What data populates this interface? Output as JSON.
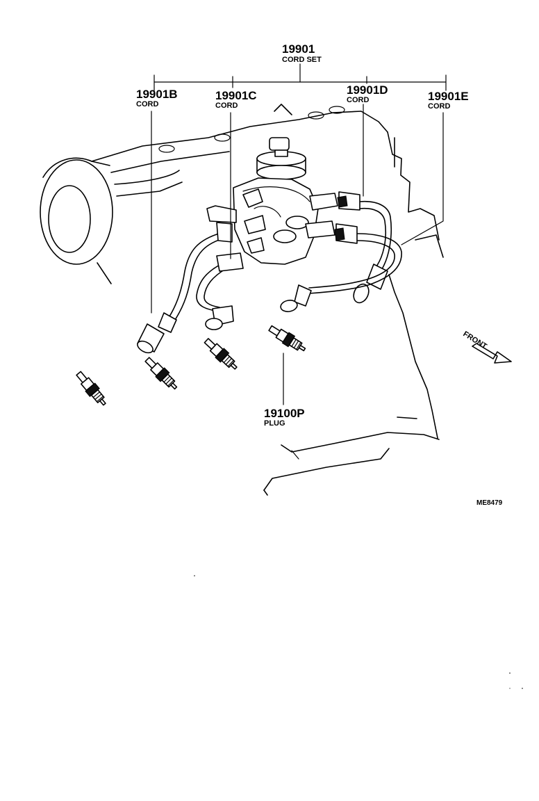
{
  "callouts": {
    "cord_set": {
      "number": "19901",
      "name": "CORD SET"
    },
    "cord_b": {
      "number": "19901B",
      "name": "CORD"
    },
    "cord_c": {
      "number": "19901C",
      "name": "CORD"
    },
    "cord_d": {
      "number": "19901D",
      "name": "CORD"
    },
    "cord_e": {
      "number": "19901E",
      "name": "CORD"
    },
    "plug": {
      "number": "19100P",
      "name": "PLUG"
    }
  },
  "direction_label": "FRONT",
  "drawing_code": "ME8479"
}
